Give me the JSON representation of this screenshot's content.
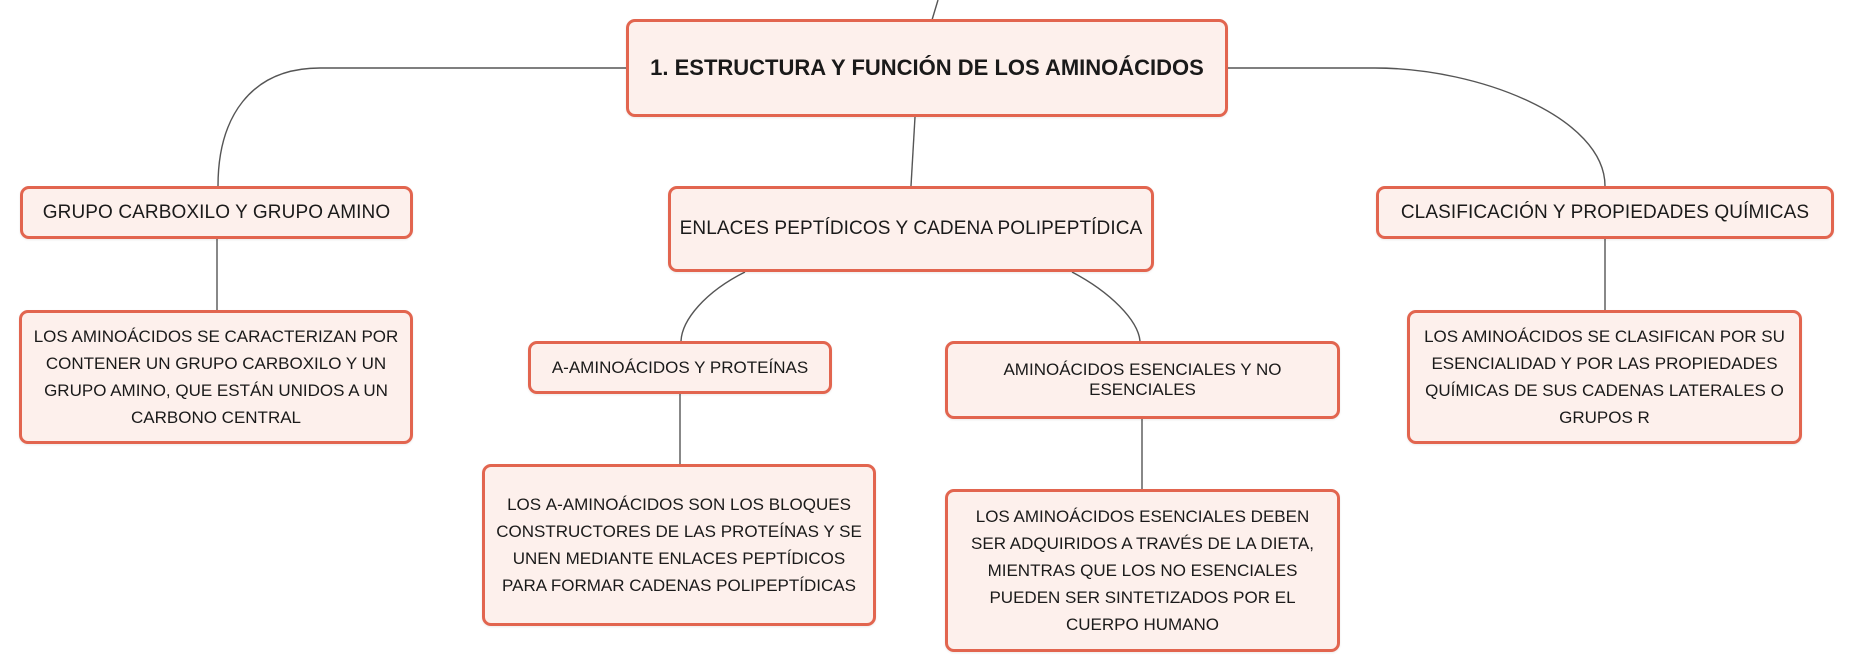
{
  "colors": {
    "node_fill": "#fdf0ec",
    "node_border": "#e2654f",
    "connector": "#555555"
  },
  "root": {
    "label": "1. ESTRUCTURA Y FUNCIÓN DE LOS AMINOÁCIDOS"
  },
  "topics": [
    {
      "label": "GRUPO CARBOXILO Y GRUPO AMINO",
      "description": "LOS AMINOÁCIDOS SE CARACTERIZAN POR CONTENER UN GRUPO CARBOXILO Y UN GRUPO AMINO, QUE ESTÁN UNIDOS A UN CARBONO CENTRAL"
    },
    {
      "label": "ENLACES PEPTÍDICOS Y CADENA POLIPEPTÍDICA",
      "subtopics": [
        {
          "label": "Α-AMINOÁCIDOS Y PROTEÍNAS",
          "description": "LOS Α-AMINOÁCIDOS SON LOS BLOQUES CONSTRUCTORES DE LAS PROTEÍNAS Y SE UNEN MEDIANTE ENLACES PEPTÍDICOS PARA FORMAR CADENAS POLIPEPTÍDICAS"
        },
        {
          "label": "AMINOÁCIDOS ESENCIALES Y NO ESENCIALES",
          "description": "LOS AMINOÁCIDOS ESENCIALES DEBEN SER ADQUIRIDOS A TRAVÉS DE LA DIETA, MIENTRAS QUE LOS NO ESENCIALES PUEDEN SER SINTETIZADOS POR EL CUERPO HUMANO"
        }
      ]
    },
    {
      "label": "CLASIFICACIÓN Y PROPIEDADES QUÍMICAS",
      "description": "LOS AMINOÁCIDOS SE CLASIFICAN POR SU ESENCIALIDAD Y POR LAS PROPIEDADES QUÍMICAS DE SUS CADENAS LATERALES O GRUPOS R"
    }
  ]
}
